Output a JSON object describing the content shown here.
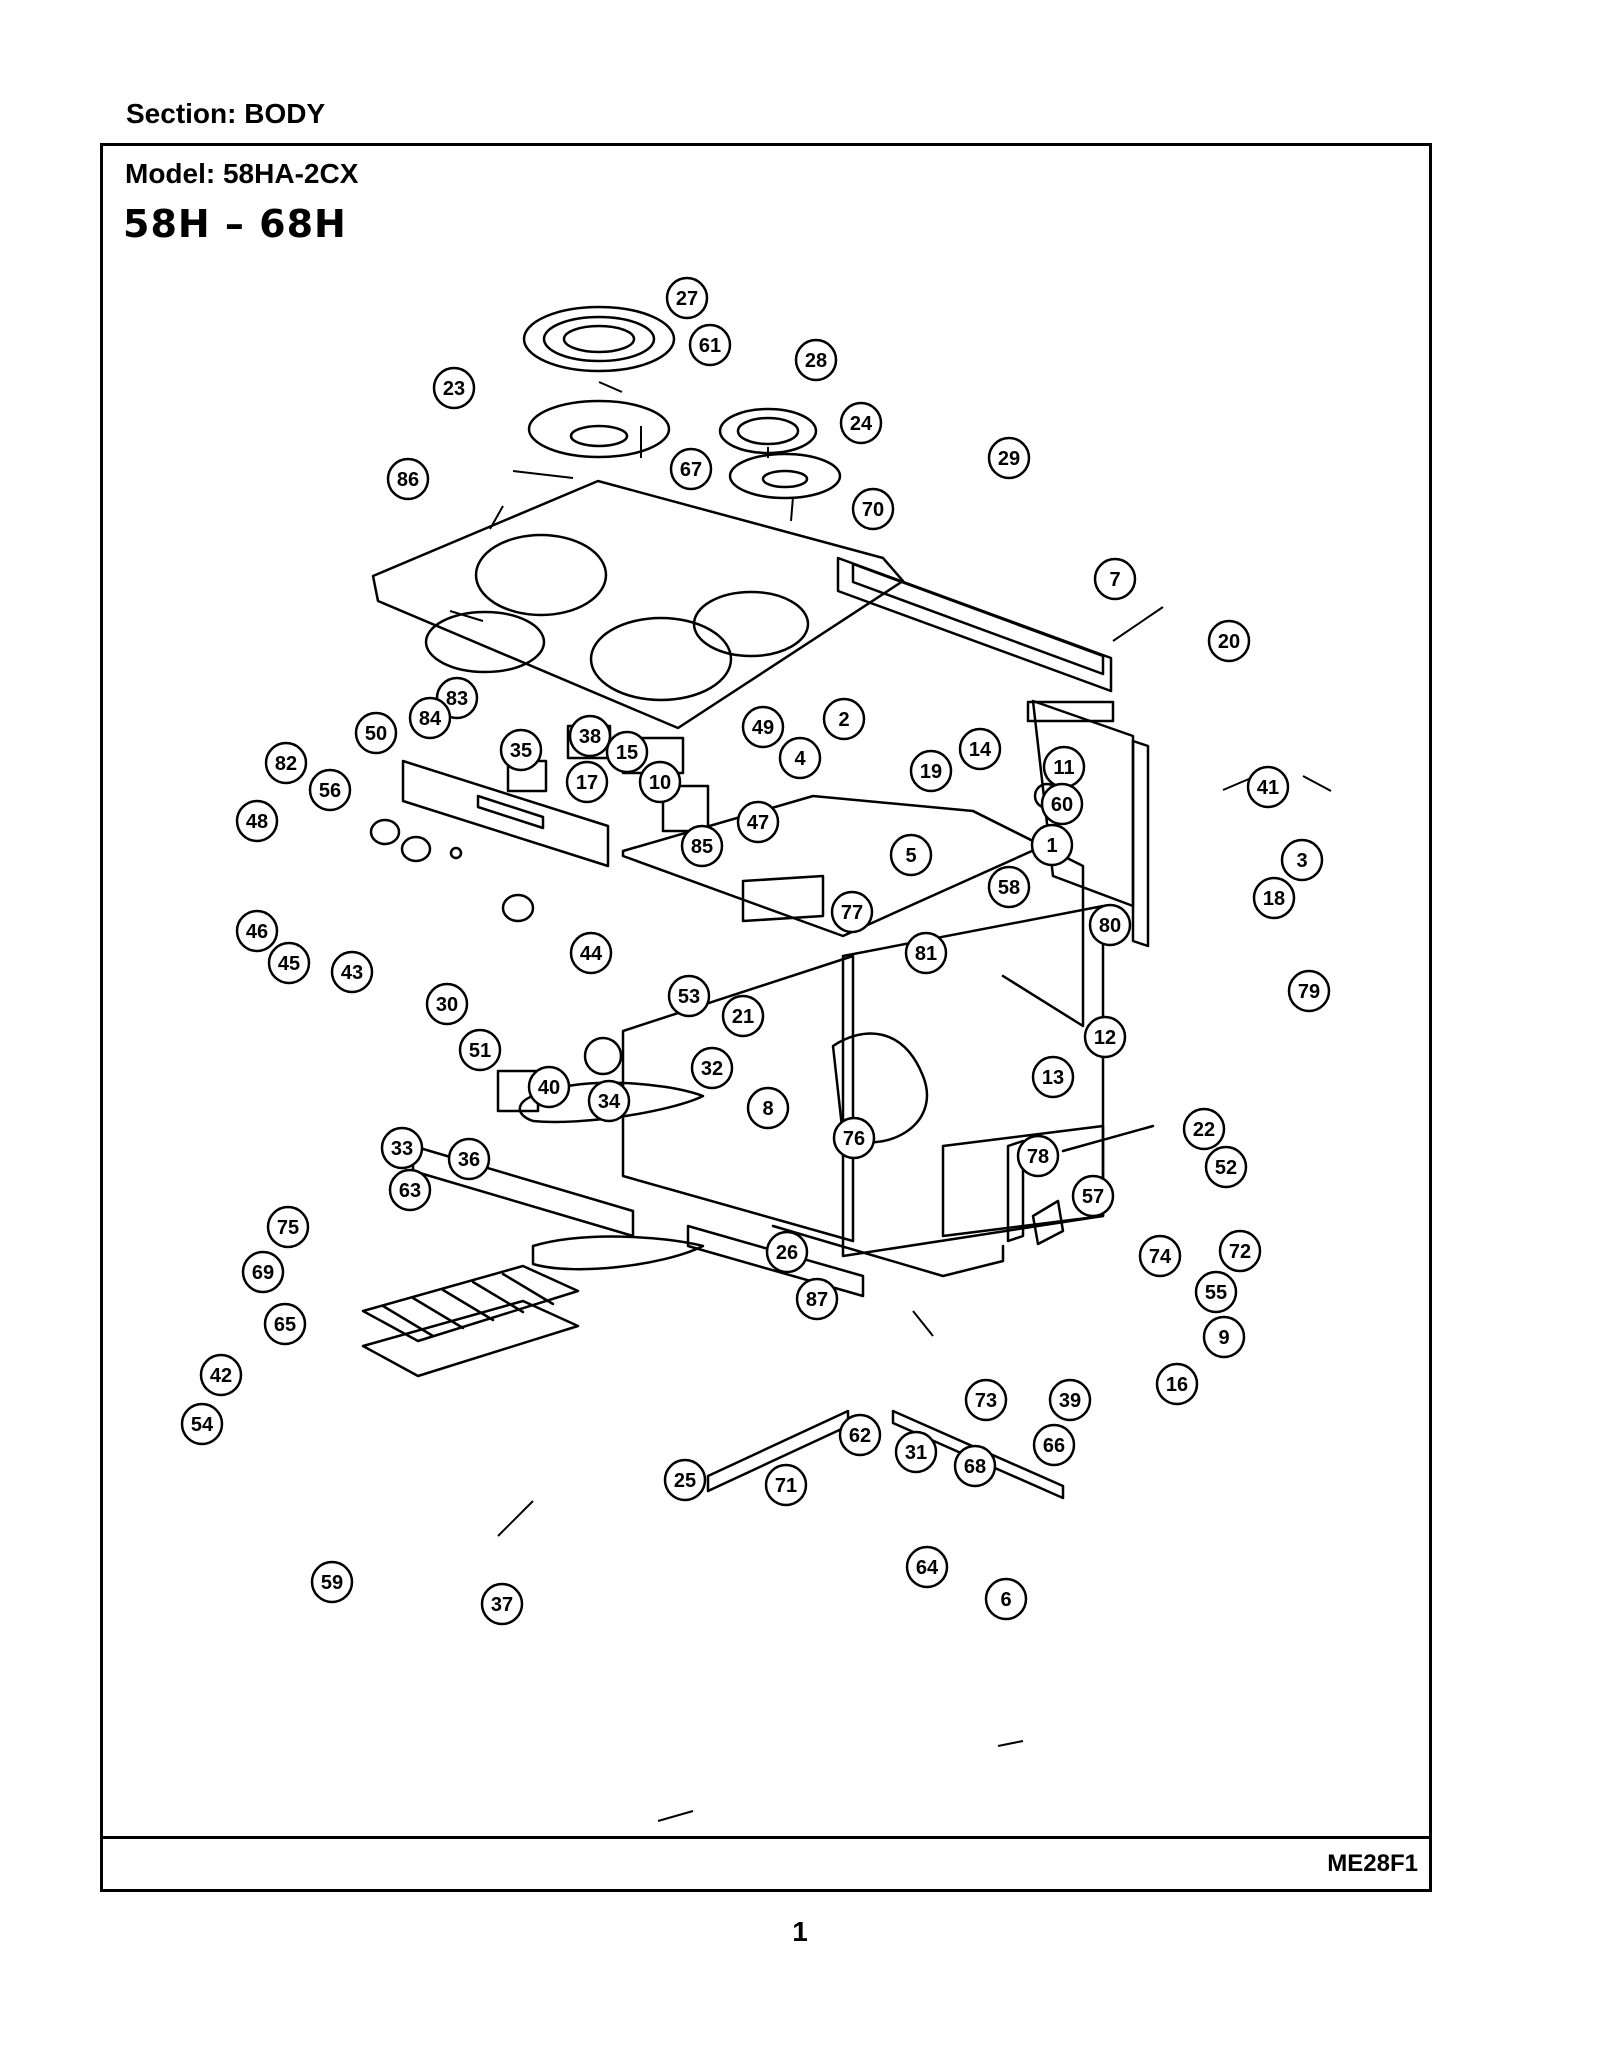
{
  "header": {
    "section": "Section:  BODY",
    "model": "Model:  58HA-2CX",
    "series": "58H – 68H"
  },
  "footer": {
    "doc_id": "ME28F1",
    "page_number": "1"
  },
  "parts": {
    "callouts": [
      "27",
      "61",
      "28",
      "23",
      "24",
      "67",
      "86",
      "29",
      "70",
      "7",
      "20",
      "83",
      "84",
      "50",
      "82",
      "56",
      "48",
      "46",
      "45",
      "43",
      "44",
      "35",
      "38",
      "15",
      "17",
      "10",
      "85",
      "49",
      "2",
      "4",
      "19",
      "47",
      "14",
      "11",
      "41",
      "60",
      "3",
      "18",
      "80",
      "1",
      "5",
      "58",
      "77",
      "81",
      "53",
      "21",
      "30",
      "12",
      "13",
      "79",
      "51",
      "40",
      "34",
      "32",
      "8",
      "76",
      "33",
      "36",
      "63",
      "22",
      "52",
      "78",
      "57",
      "75",
      "69",
      "26",
      "87",
      "65",
      "42",
      "54",
      "25",
      "71",
      "62",
      "31",
      "68",
      "73",
      "66",
      "39",
      "16",
      "9",
      "55",
      "74",
      "72",
      "59",
      "64",
      "6",
      "37"
    ]
  }
}
